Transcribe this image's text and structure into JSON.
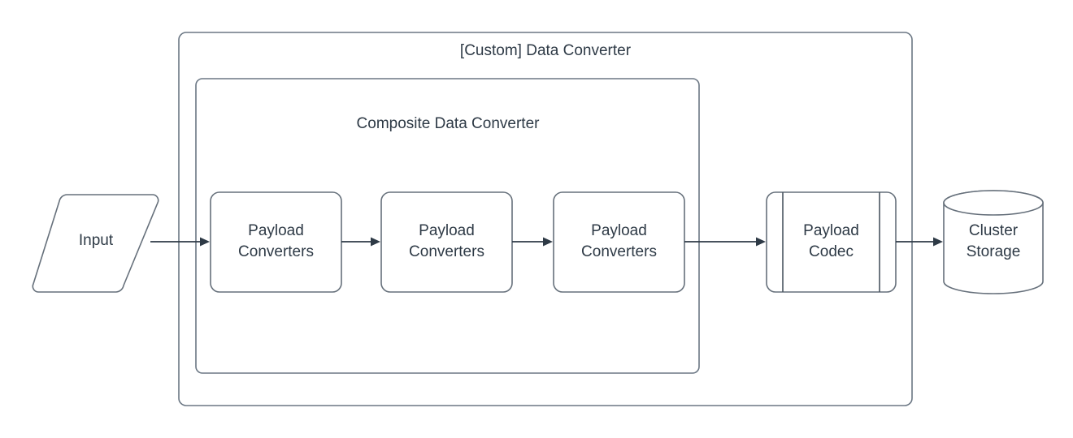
{
  "diagram": {
    "background_color": "#ffffff",
    "stroke_color": "#66707b",
    "text_color": "#2e3a46",
    "arrow_color": "#2e3a46",
    "containers": [
      {
        "id": "custom-data-converter",
        "label": "[Custom] Data Converter",
        "shape": "rounded-rectangle"
      },
      {
        "id": "composite-data-converter",
        "label": "Composite Data Converter",
        "shape": "rounded-rectangle"
      }
    ],
    "nodes": [
      {
        "id": "input",
        "label": "Input",
        "shape": "parallelogram"
      },
      {
        "id": "payload-converters-1",
        "label_line1": "Payload",
        "label_line2": "Converters",
        "shape": "rounded-rectangle"
      },
      {
        "id": "payload-converters-2",
        "label_line1": "Payload",
        "label_line2": "Converters",
        "shape": "rounded-rectangle"
      },
      {
        "id": "payload-converters-3",
        "label_line1": "Payload",
        "label_line2": "Converters",
        "shape": "rounded-rectangle"
      },
      {
        "id": "payload-codec",
        "label_line1": "Payload",
        "label_line2": "Codec",
        "shape": "process"
      },
      {
        "id": "cluster-storage",
        "label_line1": "Cluster",
        "label_line2": "Storage",
        "shape": "cylinder"
      }
    ],
    "edges": [
      {
        "id": "edge-input-to-pc1",
        "from": "input",
        "to": "payload-converters-1"
      },
      {
        "id": "edge-pc1-to-pc2",
        "from": "payload-converters-1",
        "to": "payload-converters-2"
      },
      {
        "id": "edge-pc2-to-pc3",
        "from": "payload-converters-2",
        "to": "payload-converters-3"
      },
      {
        "id": "edge-pc3-to-codec",
        "from": "payload-converters-3",
        "to": "payload-codec"
      },
      {
        "id": "edge-codec-to-storage",
        "from": "payload-codec",
        "to": "cluster-storage"
      }
    ]
  }
}
